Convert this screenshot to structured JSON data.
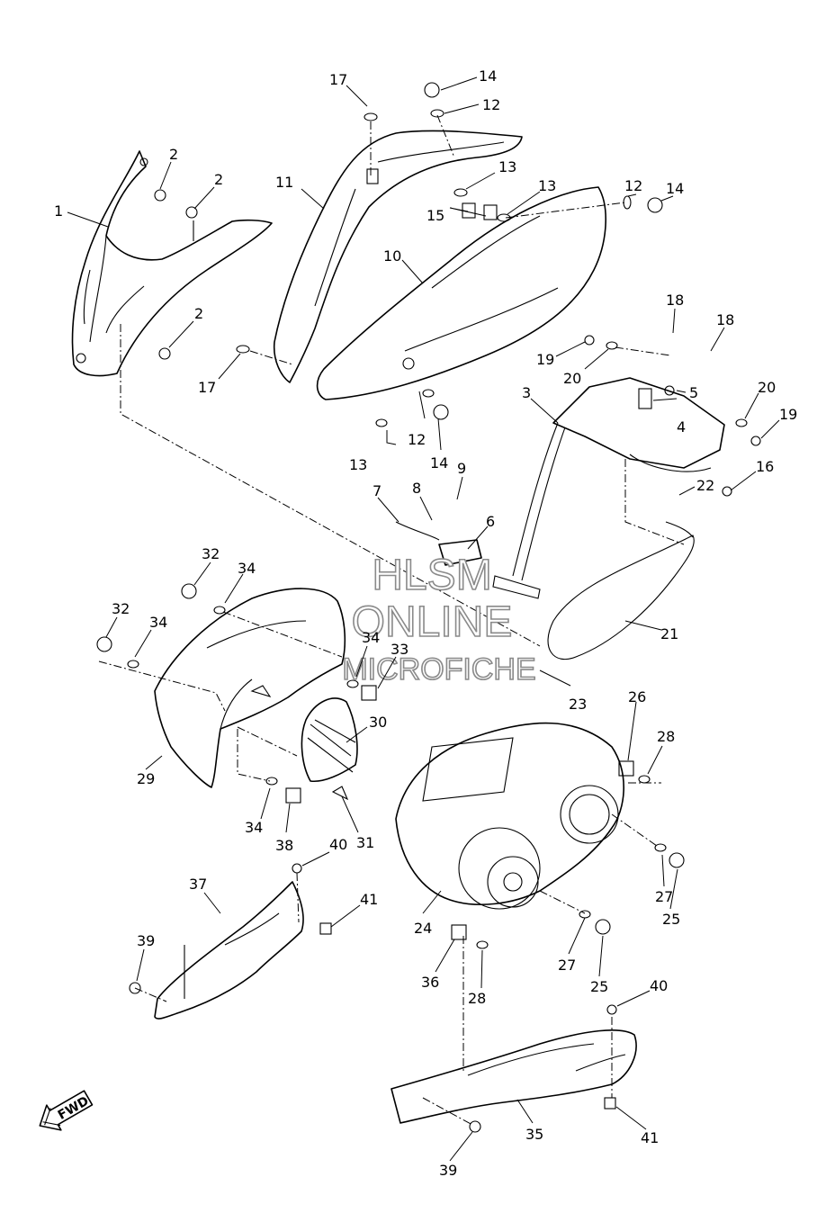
{
  "watermark": {
    "line1": "HLSM",
    "line2": "ONLINE",
    "line3": "MICROFICHE"
  },
  "direction_badge": {
    "label": "FWD"
  },
  "callouts": [
    {
      "id": "c1",
      "number": "1"
    },
    {
      "id": "c2a",
      "number": "2"
    },
    {
      "id": "c2b",
      "number": "2"
    },
    {
      "id": "c2c",
      "number": "2"
    },
    {
      "id": "c3",
      "number": "3"
    },
    {
      "id": "c4",
      "number": "4"
    },
    {
      "id": "c5",
      "number": "5"
    },
    {
      "id": "c6",
      "number": "6"
    },
    {
      "id": "c7",
      "number": "7"
    },
    {
      "id": "c8",
      "number": "8"
    },
    {
      "id": "c9",
      "number": "9"
    },
    {
      "id": "c10",
      "number": "10"
    },
    {
      "id": "c11",
      "number": "11"
    },
    {
      "id": "c12a",
      "number": "12"
    },
    {
      "id": "c12b",
      "number": "12"
    },
    {
      "id": "c12c",
      "number": "12"
    },
    {
      "id": "c13a",
      "number": "13"
    },
    {
      "id": "c13b",
      "number": "13"
    },
    {
      "id": "c13c",
      "number": "13"
    },
    {
      "id": "c14a",
      "number": "14"
    },
    {
      "id": "c14b",
      "number": "14"
    },
    {
      "id": "c14c",
      "number": "14"
    },
    {
      "id": "c15",
      "number": "15"
    },
    {
      "id": "c16",
      "number": "16"
    },
    {
      "id": "c17a",
      "number": "17"
    },
    {
      "id": "c17b",
      "number": "17"
    },
    {
      "id": "c18a",
      "number": "18"
    },
    {
      "id": "c18b",
      "number": "18"
    },
    {
      "id": "c19a",
      "number": "19"
    },
    {
      "id": "c19b",
      "number": "19"
    },
    {
      "id": "c20a",
      "number": "20"
    },
    {
      "id": "c20b",
      "number": "20"
    },
    {
      "id": "c21",
      "number": "21"
    },
    {
      "id": "c22",
      "number": "22"
    },
    {
      "id": "c23",
      "number": "23"
    },
    {
      "id": "c24",
      "number": "24"
    },
    {
      "id": "c25a",
      "number": "25"
    },
    {
      "id": "c25b",
      "number": "25"
    },
    {
      "id": "c26",
      "number": "26"
    },
    {
      "id": "c27a",
      "number": "27"
    },
    {
      "id": "c27b",
      "number": "27"
    },
    {
      "id": "c28a",
      "number": "28"
    },
    {
      "id": "c28b",
      "number": "28"
    },
    {
      "id": "c29",
      "number": "29"
    },
    {
      "id": "c30",
      "number": "30"
    },
    {
      "id": "c31",
      "number": "31"
    },
    {
      "id": "c32a",
      "number": "32"
    },
    {
      "id": "c32b",
      "number": "32"
    },
    {
      "id": "c33",
      "number": "33"
    },
    {
      "id": "c34a",
      "number": "34"
    },
    {
      "id": "c34b",
      "number": "34"
    },
    {
      "id": "c34c",
      "number": "34"
    },
    {
      "id": "c34d",
      "number": "34"
    },
    {
      "id": "c35",
      "number": "35"
    },
    {
      "id": "c36",
      "number": "36"
    },
    {
      "id": "c37",
      "number": "37"
    },
    {
      "id": "c38",
      "number": "38"
    },
    {
      "id": "c39a",
      "number": "39"
    },
    {
      "id": "c39b",
      "number": "39"
    },
    {
      "id": "c40a",
      "number": "40"
    },
    {
      "id": "c40b",
      "number": "40"
    },
    {
      "id": "c41a",
      "number": "41"
    },
    {
      "id": "c41b",
      "number": "41"
    }
  ]
}
